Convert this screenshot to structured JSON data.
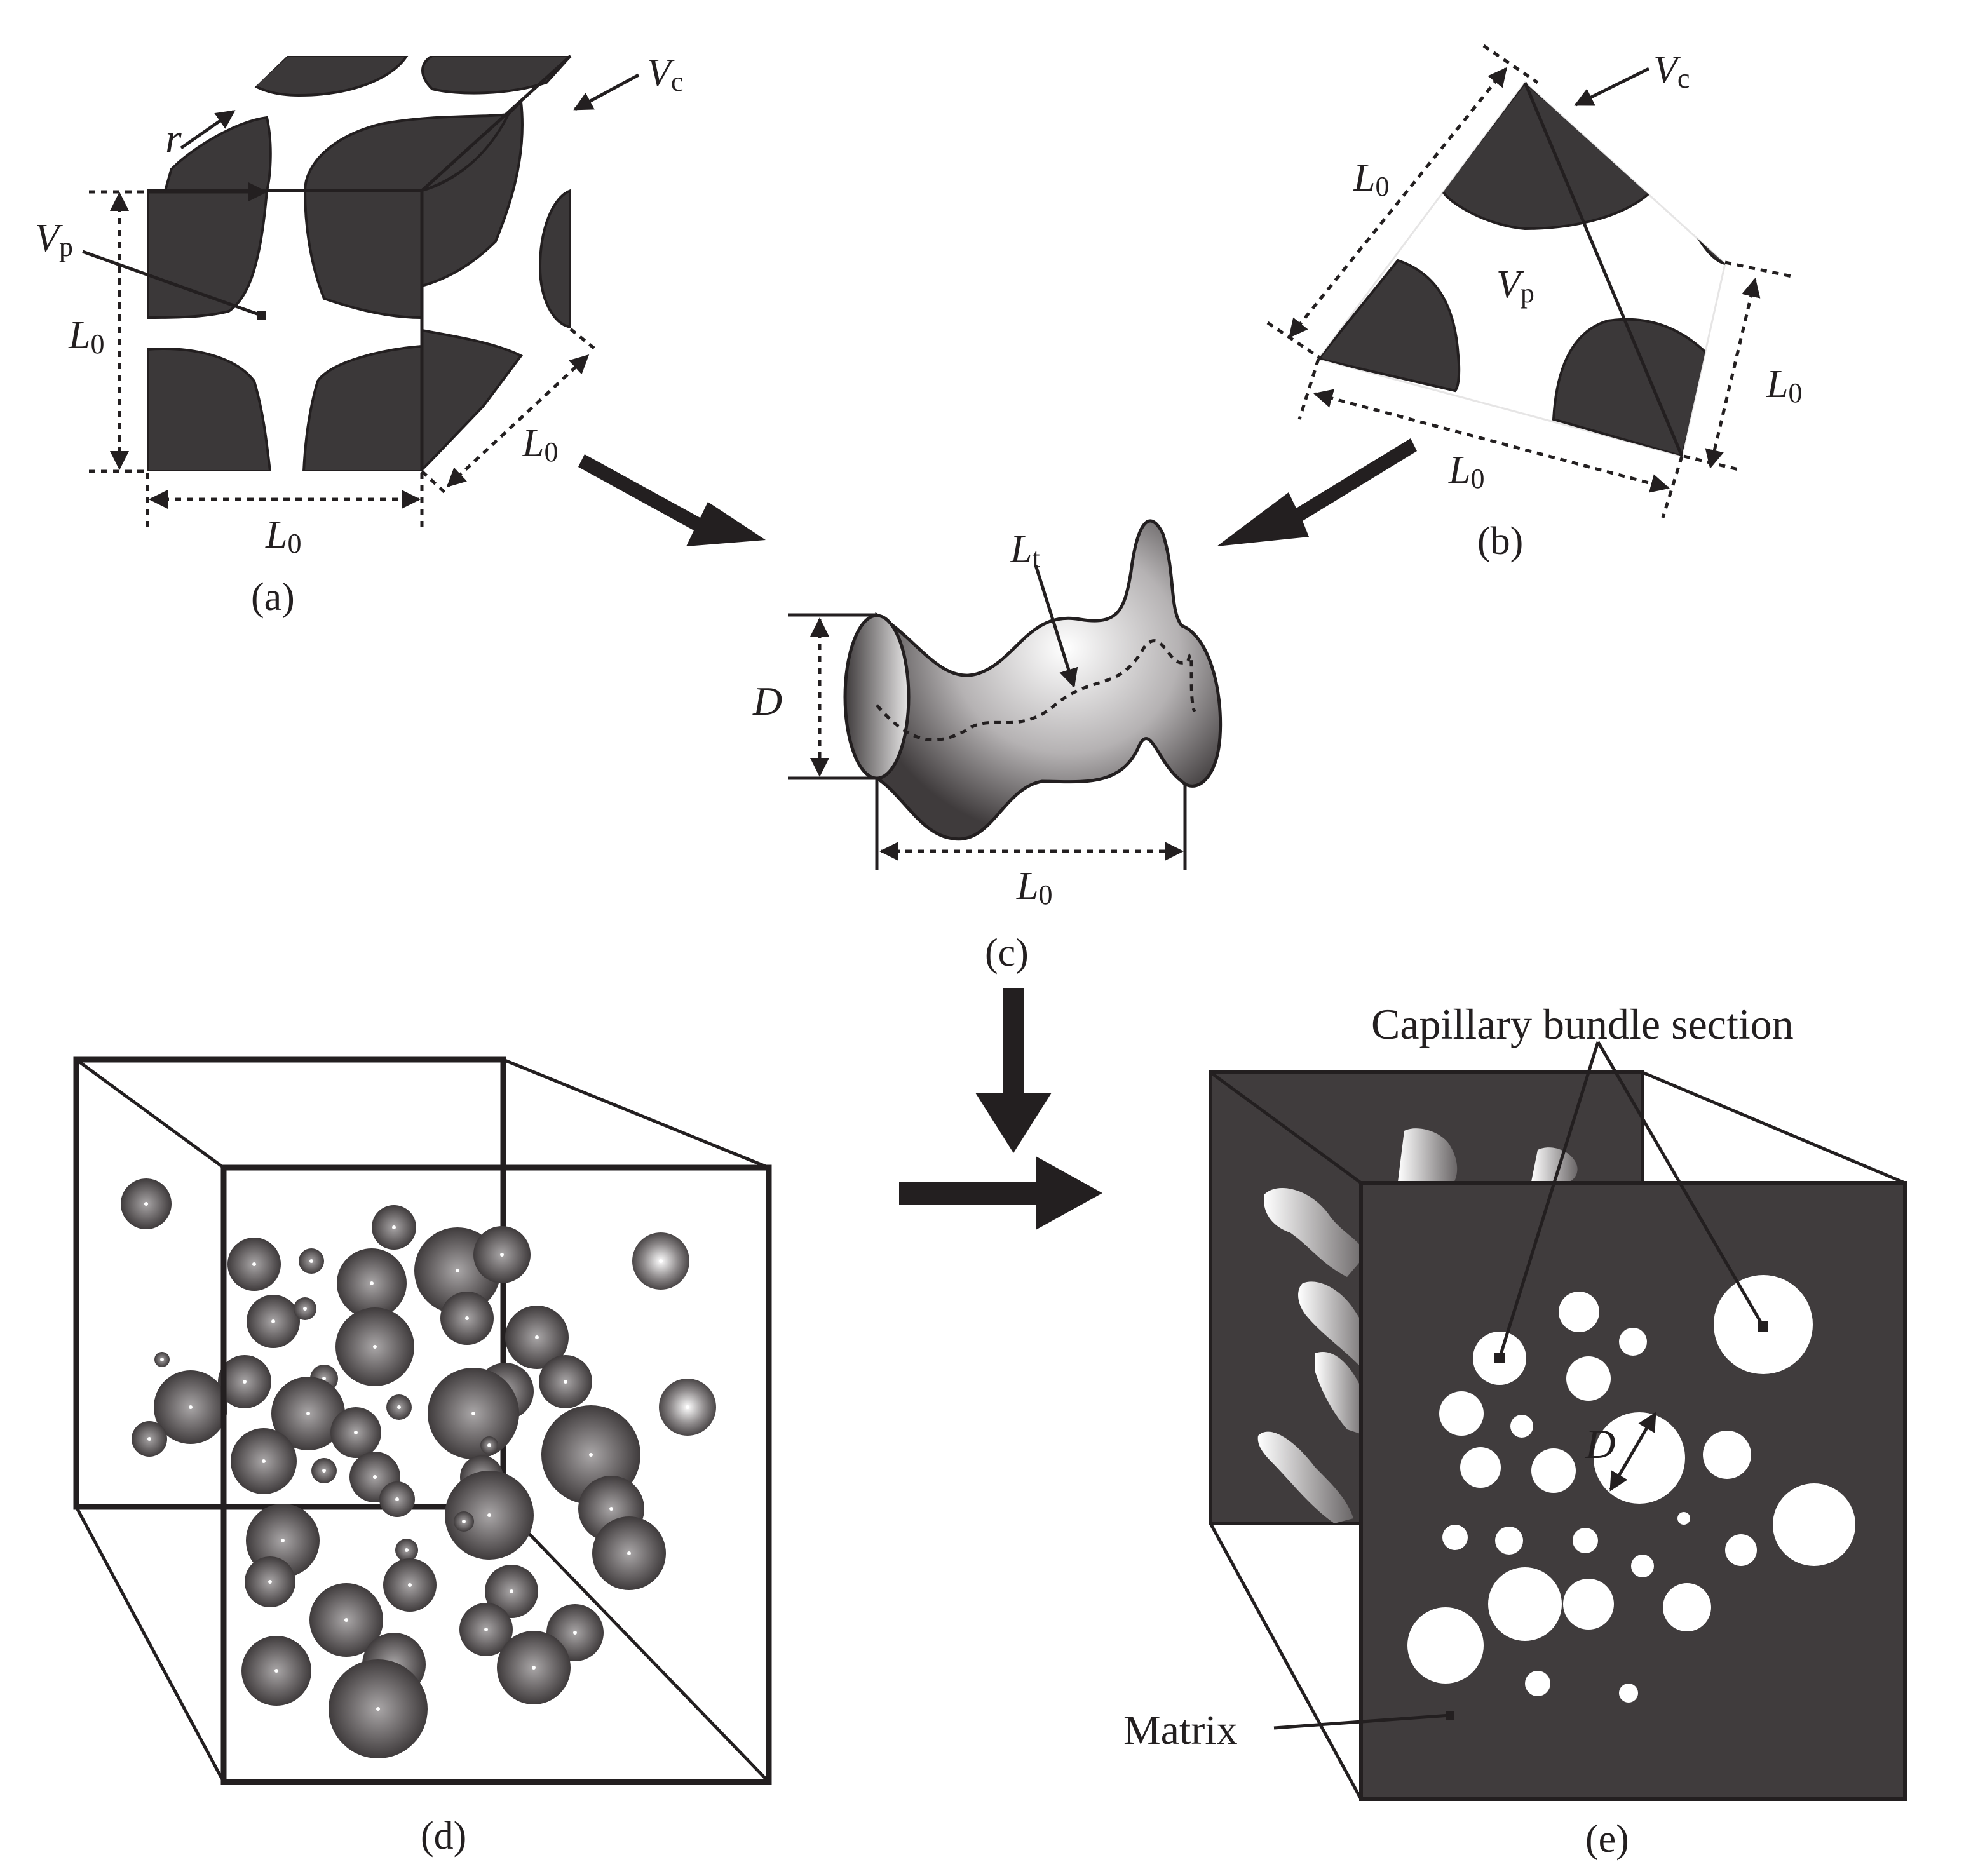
{
  "labels": {
    "L0": "L0",
    "Lt": "Lt",
    "D": "D",
    "r": "r",
    "Vc": "Vc",
    "Vp": "Vp"
  },
  "panels": {
    "a": "(a)",
    "b": "(b)",
    "c": "(c)",
    "d": "(d)",
    "e": "(e)"
  },
  "annotations": {
    "capillary_bundle_section": "Capillary bundle section",
    "matrix": "Matrix"
  },
  "colors": {
    "ink": "#231f20",
    "grain": "#3b3839",
    "plate": "#403c3d",
    "sphere": "#6f6b6c",
    "pore": "#ffffff"
  },
  "icons": {
    "arrow": "arrow-icon"
  }
}
